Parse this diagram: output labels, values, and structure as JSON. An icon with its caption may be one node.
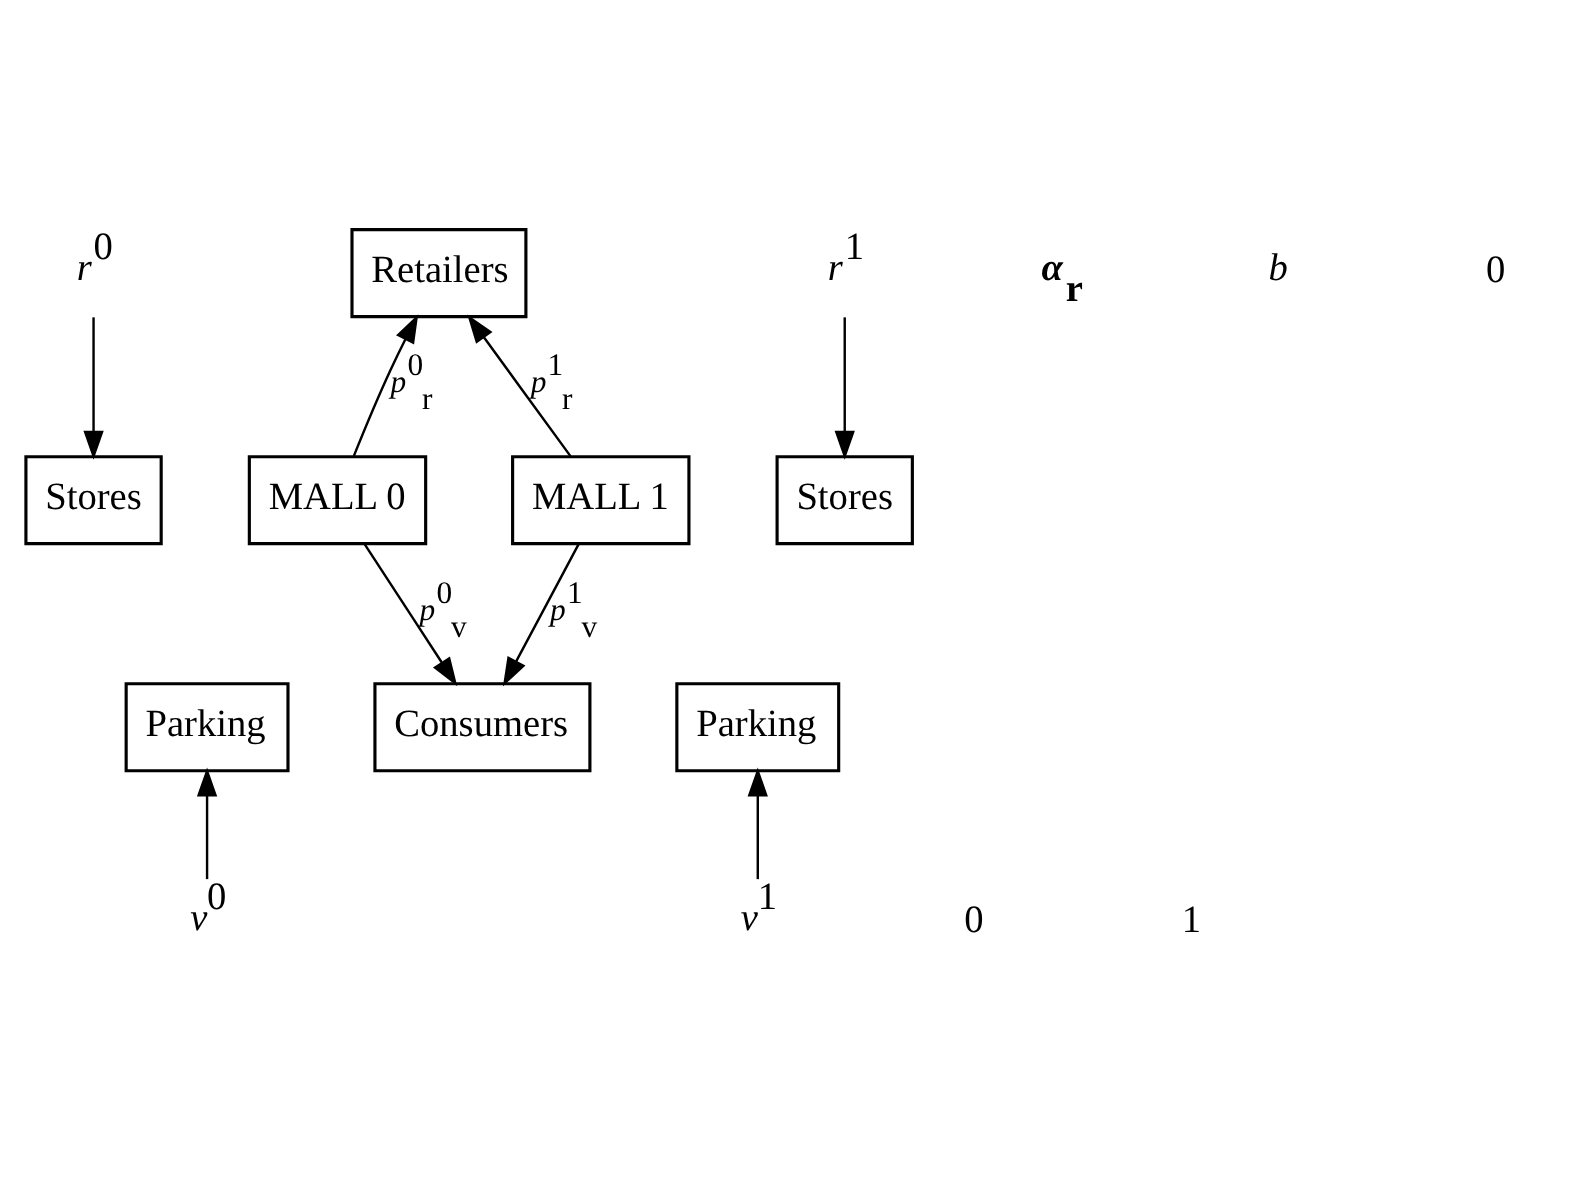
{
  "diagram": {
    "nodes": [
      {
        "text": [
          "Stores"
        ]
      },
      {
        "text": [
          "Parking"
        ]
      },
      {
        "text": [
          "MALL 0"
        ]
      },
      {
        "text": [
          "Retailers"
        ]
      },
      {
        "text": [
          "Consumers"
        ]
      },
      {
        "text": [
          "MALL 1"
        ]
      },
      {
        "text": [
          "Stores"
        ]
      },
      {
        "text": [
          "Parking"
        ]
      },
      {
        "text": [
          "*r*$^{0}$"
        ]
      },
      {
        "text": [
          "*r*$^{1}$"
        ]
      },
      {
        "text": [
          "*v*$^{0}$"
        ]
      },
      {
        "text": [
          "*v*$^{1}$"
        ]
      }
    ],
    "edges": [
      {
        "from": 8,
        "to": 0,
        "arrow": "to"
      },
      {
        "from": 9,
        "to": 6,
        "arrow": "to"
      },
      {
        "from": 2,
        "to": 3,
        "arrow": "to",
        "label": "*p*$^{0}$$_{r}$"
      },
      {
        "from": 5,
        "to": 3,
        "arrow": "to",
        "label": "*p*$^{1}$$_{r}$"
      },
      {
        "from": 2,
        "to": 4,
        "arrow": "to",
        "label": "*p*$^{0}$$_{v}$"
      },
      {
        "from": 5,
        "to": 4,
        "arrow": "to",
        "label": "*p*$^{1}$$_{v}$"
      },
      {
        "from": 10,
        "to": 1,
        "arrow": "to"
      },
      {
        "from": 11,
        "to": 7,
        "arrow": "to"
      }
    ],
    "labels": [
      "*α*$_{r}$",
      "*b*",
      "0",
      "0",
      "1"
    ]
  }
}
